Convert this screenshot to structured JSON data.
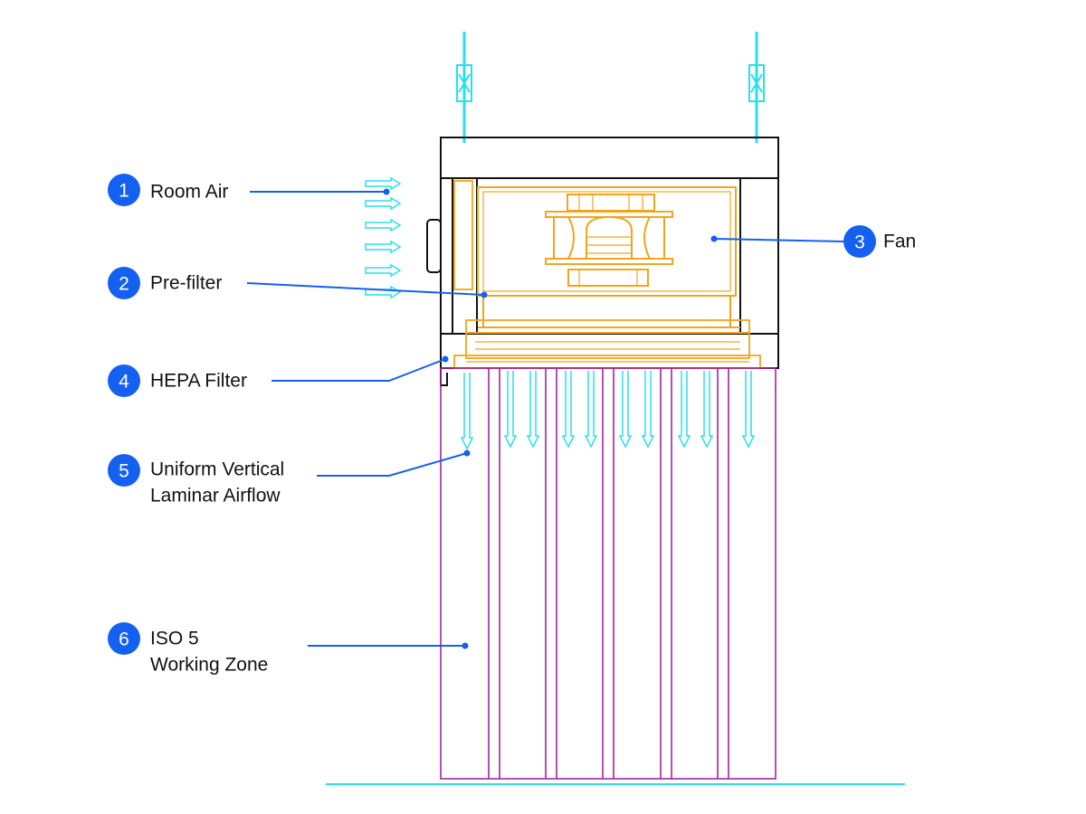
{
  "colors": {
    "callout_blue": "#1460f0",
    "housing": "#111111",
    "fan_assembly": "#f2a51c",
    "airflow": "#27e0ec",
    "curtain": "#a3239b",
    "background": "#ffffff"
  },
  "callouts": [
    {
      "number": "1",
      "lines": [
        "Room Air"
      ]
    },
    {
      "number": "2",
      "lines": [
        "Pre-filter"
      ]
    },
    {
      "number": "3",
      "lines": [
        "Fan"
      ]
    },
    {
      "number": "4",
      "lines": [
        "HEPA Filter"
      ]
    },
    {
      "number": "5",
      "lines": [
        "Uniform Vertical",
        "Laminar Airflow"
      ]
    },
    {
      "number": "6",
      "lines": [
        "ISO 5",
        "Working Zone"
      ]
    }
  ]
}
